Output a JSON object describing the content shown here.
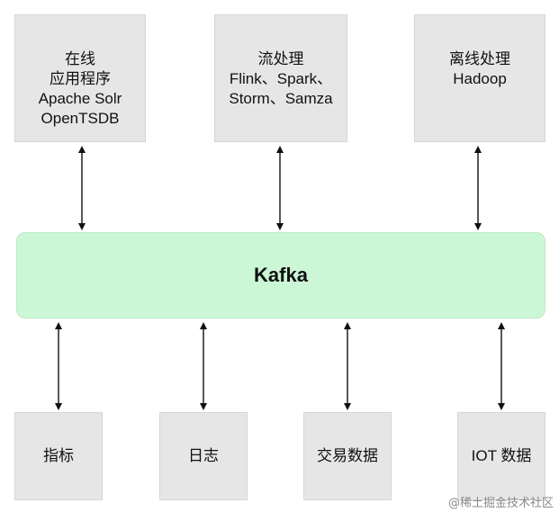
{
  "top_boxes": {
    "online": {
      "lines": [
        "在线",
        "应用程序",
        "Apache Solr",
        "OpenTSDB"
      ]
    },
    "stream": {
      "lines": [
        "流处理",
        "Flink、Spark、",
        "Storm、Samza"
      ]
    },
    "offline": {
      "lines": [
        "离线处理",
        "Hadoop"
      ]
    }
  },
  "center": {
    "label": "Kafka"
  },
  "bottom_boxes": {
    "metrics": {
      "label": "指标"
    },
    "logs": {
      "label": "日志"
    },
    "transactions": {
      "label": "交易数据"
    },
    "iot": {
      "label": "IOT 数据"
    }
  },
  "watermark": "@稀土掘金技术社区",
  "colors": {
    "box_fill": "#e6e6e6",
    "kafka_fill": "#ccf7d6",
    "arrow": "#111111"
  }
}
